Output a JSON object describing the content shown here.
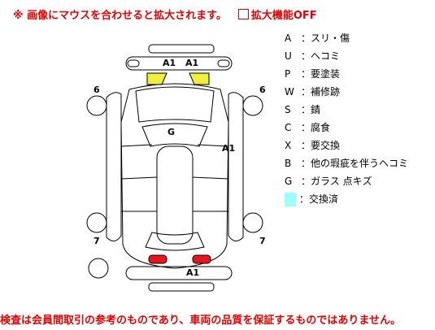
{
  "notice": {
    "text": "※ 画像にマウスを合わせると拡大されます。",
    "zoom_toggle_label": "拡大機能OFF"
  },
  "diagram": {
    "marks": {
      "front_grille": "A1",
      "front_grille_2": "A1",
      "roof": "G",
      "right_side": "A1",
      "rear": "A1",
      "front_left_wheel": "6",
      "front_right_wheel": "6",
      "rear_left_wheel": "7",
      "rear_right_wheel": "7"
    },
    "colors": {
      "replaced_front_lamps": "#f2ee3c",
      "rear_lamps": "#e8141e",
      "line": "#000000"
    }
  },
  "legend": [
    {
      "code": "A",
      "label": "：スリ・傷"
    },
    {
      "code": "U",
      "label": "：ヘコミ"
    },
    {
      "code": "P",
      "label": "：要塗装"
    },
    {
      "code": "W",
      "label": "：補修跡"
    },
    {
      "code": "S",
      "label": "：錆"
    },
    {
      "code": "C",
      "label": "：腐食"
    },
    {
      "code": "X",
      "label": "：要交換"
    },
    {
      "code": "B",
      "label": "：他の瑕疵を伴うヘコミ"
    },
    {
      "code": "G",
      "label": "：ガラス 点キズ"
    }
  ],
  "legend_swatch": {
    "label": "：交換済",
    "color": "#99ffff"
  },
  "disclaimer": "検査は会員間取引の参考のものであり、車両の品質を保証するものではありません。"
}
